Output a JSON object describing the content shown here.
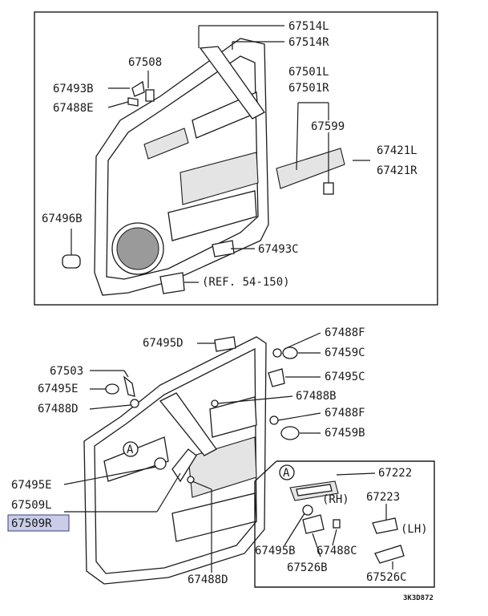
{
  "top_panel": {
    "callouts": [
      "67514L",
      "67514R",
      "67508",
      "67493B",
      "67488E",
      "67501L",
      "67501R",
      "67599",
      "67421L",
      "67421R",
      "67496B",
      "67493C"
    ],
    "reference": "(REF. 54-150)"
  },
  "bottom_panel": {
    "callouts": [
      "67495D",
      "67488F",
      "67459C",
      "67503",
      "67495C",
      "67495E",
      "67488B",
      "67488D",
      "67488F",
      "67459B",
      "67495E",
      "67509L",
      "67509R",
      "67488D"
    ],
    "highlighted_callout": "67509R",
    "marker": "A"
  },
  "detail_box": {
    "marker": "A",
    "callouts": [
      "67222",
      "67223",
      "67495B",
      "67488C",
      "67526B",
      "67526C"
    ],
    "side_labels": [
      "(RH)",
      "(LH)"
    ]
  },
  "diagram_code": "3K3D872"
}
